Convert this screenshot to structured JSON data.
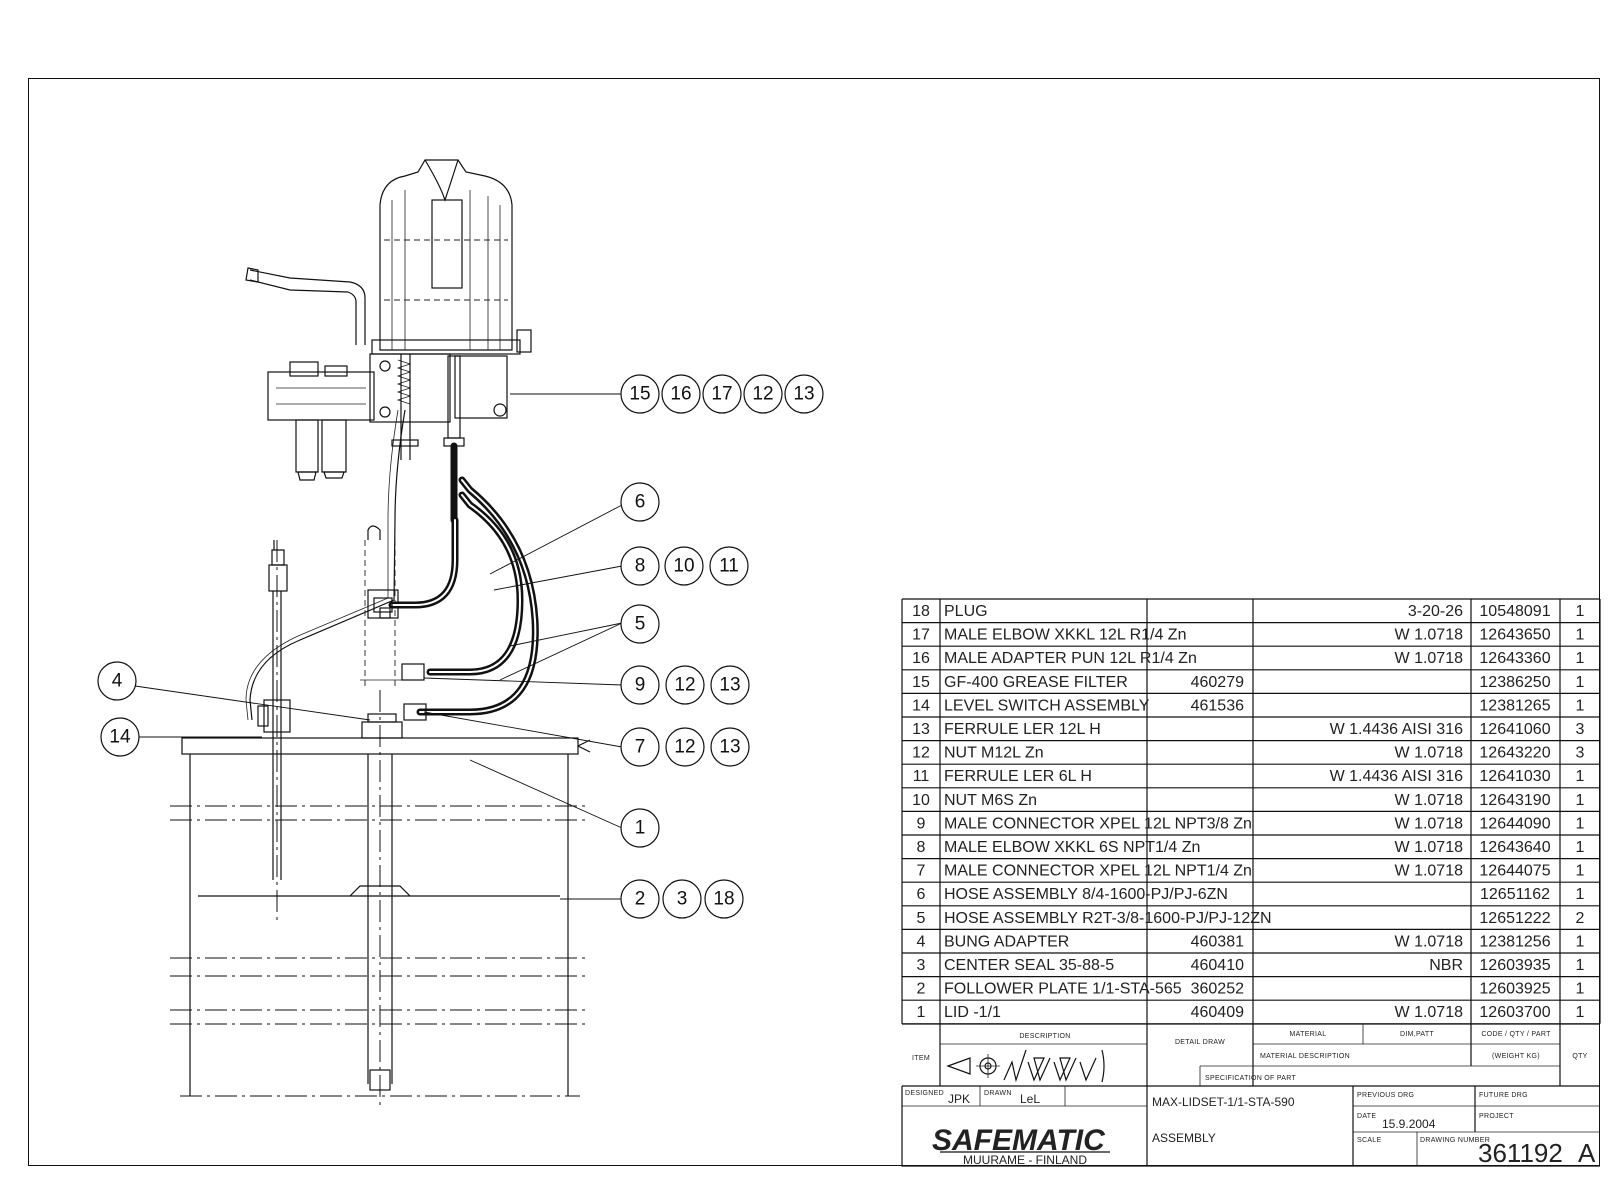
{
  "balloons": {
    "top_group": [
      "15",
      "16",
      "17",
      "12",
      "13"
    ],
    "b6": "6",
    "b8_group": [
      "8",
      "10",
      "11"
    ],
    "b5": "5",
    "b9_group": [
      "9",
      "12",
      "13"
    ],
    "b4": "4",
    "b14": "14",
    "b7_group": [
      "7",
      "12",
      "13"
    ],
    "b1": "1",
    "b2_group": [
      "2",
      "3",
      "18"
    ]
  },
  "bom": {
    "rows": [
      {
        "item": "18",
        "description": "PLUG",
        "detail": "",
        "material": "3-20-26",
        "code": "10548091",
        "qty": "1"
      },
      {
        "item": "17",
        "description": "MALE ELBOW XKKL 12L R1/4 Zn",
        "detail": "",
        "material": "W 1.0718",
        "code": "12643650",
        "qty": "1"
      },
      {
        "item": "16",
        "description": "MALE ADAPTER PUN 12L R1/4 Zn",
        "detail": "",
        "material": "W 1.0718",
        "code": "12643360",
        "qty": "1"
      },
      {
        "item": "15",
        "description": "GF-400 GREASE FILTER",
        "detail": "460279",
        "material": "",
        "code": "12386250",
        "qty": "1"
      },
      {
        "item": "14",
        "description": "LEVEL SWITCH ASSEMBLY",
        "detail": "461536",
        "material": "",
        "code": "12381265",
        "qty": "1"
      },
      {
        "item": "13",
        "description": "FERRULE LER 12L H",
        "detail": "",
        "material": "W 1.4436 AISI 316",
        "code": "12641060",
        "qty": "3"
      },
      {
        "item": "12",
        "description": "NUT M12L Zn",
        "detail": "",
        "material": "W 1.0718",
        "code": "12643220",
        "qty": "3"
      },
      {
        "item": "11",
        "description": "FERRULE LER 6L H",
        "detail": "",
        "material": "W 1.4436 AISI 316",
        "code": "12641030",
        "qty": "1"
      },
      {
        "item": "10",
        "description": "NUT M6S Zn",
        "detail": "",
        "material": "W 1.0718",
        "code": "12643190",
        "qty": "1"
      },
      {
        "item": "9",
        "description": "MALE CONNECTOR XPEL 12L NPT3/8 Zn",
        "detail": "",
        "material": "W 1.0718",
        "code": "12644090",
        "qty": "1"
      },
      {
        "item": "8",
        "description": "MALE ELBOW XKKL 6S NPT1/4 Zn",
        "detail": "",
        "material": "W 1.0718",
        "code": "12643640",
        "qty": "1"
      },
      {
        "item": "7",
        "description": "MALE CONNECTOR  XPEL 12L NPT1/4 Zn",
        "detail": "",
        "material": "W 1.0718",
        "code": "12644075",
        "qty": "1"
      },
      {
        "item": "6",
        "description": "HOSE ASSEMBLY 8/4-1600-PJ/PJ-6ZN",
        "detail": "",
        "material": "",
        "code": "12651162",
        "qty": "1"
      },
      {
        "item": "5",
        "description": "HOSE ASSEMBLY R2T-3/8-1600-PJ/PJ-12ZN",
        "detail": "",
        "material": "",
        "code": "12651222",
        "qty": "2"
      },
      {
        "item": "4",
        "description": "BUNG ADAPTER",
        "detail": "460381",
        "material": "W 1.0718",
        "code": "12381256",
        "qty": "1"
      },
      {
        "item": "3",
        "description": "CENTER SEAL 35-88-5",
        "detail": "460410",
        "material": "NBR",
        "code": "12603935",
        "qty": "1"
      },
      {
        "item": "2",
        "description": "FOLLOWER PLATE 1/1-STA-565",
        "detail": "360252",
        "material": "",
        "code": "12603925",
        "qty": "1"
      },
      {
        "item": "1",
        "description": "LID -1/1",
        "detail": "460409",
        "material": "W 1.0718",
        "code": "12603700",
        "qty": "1"
      }
    ],
    "header": {
      "item": "ITEM",
      "description": "DESCRIPTION",
      "detail_draw": "DETAIL DRAW",
      "material": "MATERIAL",
      "dim_patt": "DIM,PATT",
      "code_qty_part": "CODE / QTY / PART",
      "material_description": "MATERIAL DESCRIPTION",
      "weight": "(WEIGHT KG)",
      "qty": "QTY",
      "specification": "SPECIFICATION OF PART"
    }
  },
  "title_block": {
    "designed_label": "DESIGNED",
    "designed_value": "JPK",
    "drawn_label": "DRAWN",
    "drawn_value": "LeL",
    "title": "MAX-LIDSET-1/1-STA-590",
    "subtitle": "ASSEMBLY",
    "previous_drg_label": "PREVIOUS DRG",
    "future_drg_label": "FUTURE DRG",
    "date_label": "DATE",
    "date_value": "15.9.2004",
    "project_label": "PROJECT",
    "scale_label": "SCALE",
    "drawing_number_label": "DRAWING NUMBER",
    "drawing_number": "361192",
    "revision": "A",
    "company": "SAFEMATIC",
    "location": "MUURAME - FINLAND"
  }
}
